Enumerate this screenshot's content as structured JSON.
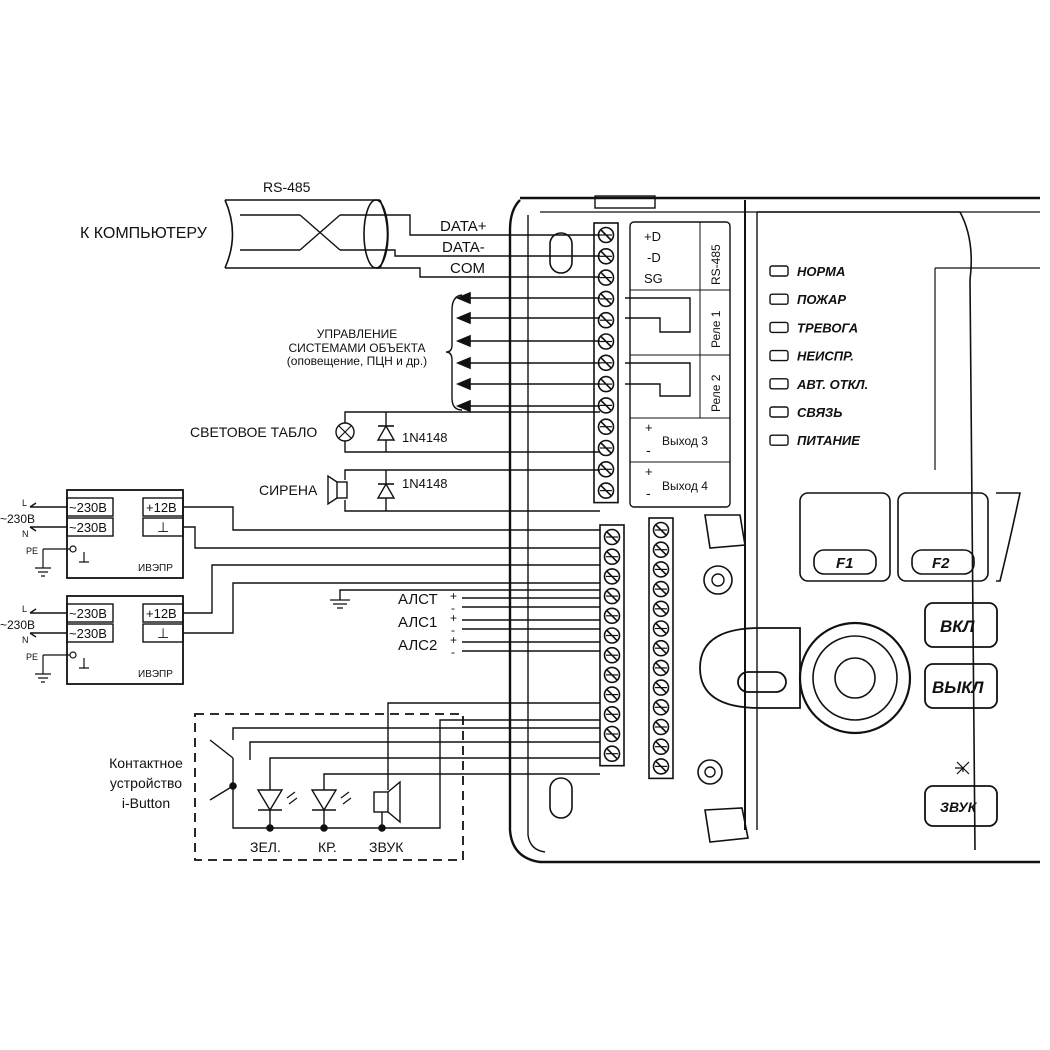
{
  "computer": {
    "label": "К КОМПЬЮТЕРУ",
    "bus": "RS-485"
  },
  "data_lines": [
    "DATA+",
    "DATA-",
    "COM"
  ],
  "rs485_block": {
    "pins": [
      "+D",
      "-D",
      "SG"
    ],
    "title": "RS-485"
  },
  "relays": [
    "Реле 1",
    "Реле 2"
  ],
  "outputs": [
    {
      "label": "Выход 3",
      "plus": "+",
      "minus": "-"
    },
    {
      "label": "Выход 4",
      "plus": "+",
      "minus": "-"
    }
  ],
  "control": {
    "line1": "УПРАВЛЕНИЕ",
    "line2": "СИСТЕМАМИ ОБЪЕКТА",
    "line3": "(оповещение, ПЦН и др.)"
  },
  "light_board": {
    "label": "СВЕТОВОЕ ТАБЛО",
    "diode": "1N4148"
  },
  "siren": {
    "label": "СИРЕНА",
    "diode": "1N4148"
  },
  "psu": {
    "ac": "~230В",
    "dc_plus": "+12В",
    "dc_gnd": "⊥",
    "name": "ИВЭПР",
    "mains": "~230В",
    "l": "L",
    "n": "N",
    "pe": "PE"
  },
  "loops": [
    {
      "label": "АЛСТ",
      "plus": "+",
      "minus": "-"
    },
    {
      "label": "АЛС1",
      "plus": "+",
      "minus": "-"
    },
    {
      "label": "АЛС2",
      "plus": "+",
      "minus": "-"
    }
  ],
  "ibutton": {
    "line1": "Контактное",
    "line2": "устройство",
    "line3": "i-Button",
    "green": "ЗЕЛ.",
    "red": "КР.",
    "sound": "ЗВУК"
  },
  "indicators": [
    "НОРМА",
    "ПОЖАР",
    "ТРЕВОГА",
    "НЕИСПР.",
    "АВТ. ОТКЛ.",
    "СВЯЗЬ",
    "ПИТАНИЕ"
  ],
  "keys": {
    "f1": "F1",
    "f2": "F2",
    "on": "ВКЛ",
    "off": "ВЫКЛ",
    "sound": "ЗВУК"
  }
}
